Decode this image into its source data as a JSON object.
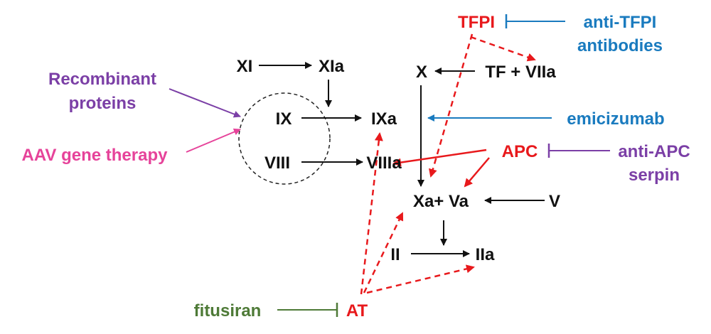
{
  "factors": {
    "XI": "XI",
    "XIa": "XIa",
    "IX": "IX",
    "IXa": "IXa",
    "VIII": "VIII",
    "VIIIa": "VIIIa",
    "X": "X",
    "TF_VIIa": "TF + VIIa",
    "Xa_Va": "Xa+ Va",
    "V": "V",
    "II": "II",
    "IIa": "IIa"
  },
  "inhibitors": {
    "TFPI": "TFPI",
    "APC": "APC",
    "AT": "AT"
  },
  "therapies": {
    "anti_tfpi_line1": "anti-TFPI",
    "anti_tfpi_line2": "antibodies",
    "emicizumab": "emicizumab",
    "anti_apc_line1": "anti-APC",
    "anti_apc_line2": "serpin",
    "recombinant_line1": "Recombinant",
    "recombinant_line2": "proteins",
    "aav": "AAV gene therapy",
    "fitusiran": "fitusiran"
  },
  "colors": {
    "black": "#111111",
    "red": "#e8191c",
    "blue": "#1a7bbf",
    "purple": "#7b3fa6",
    "pink": "#e6439a",
    "green": "#4e7a37"
  }
}
